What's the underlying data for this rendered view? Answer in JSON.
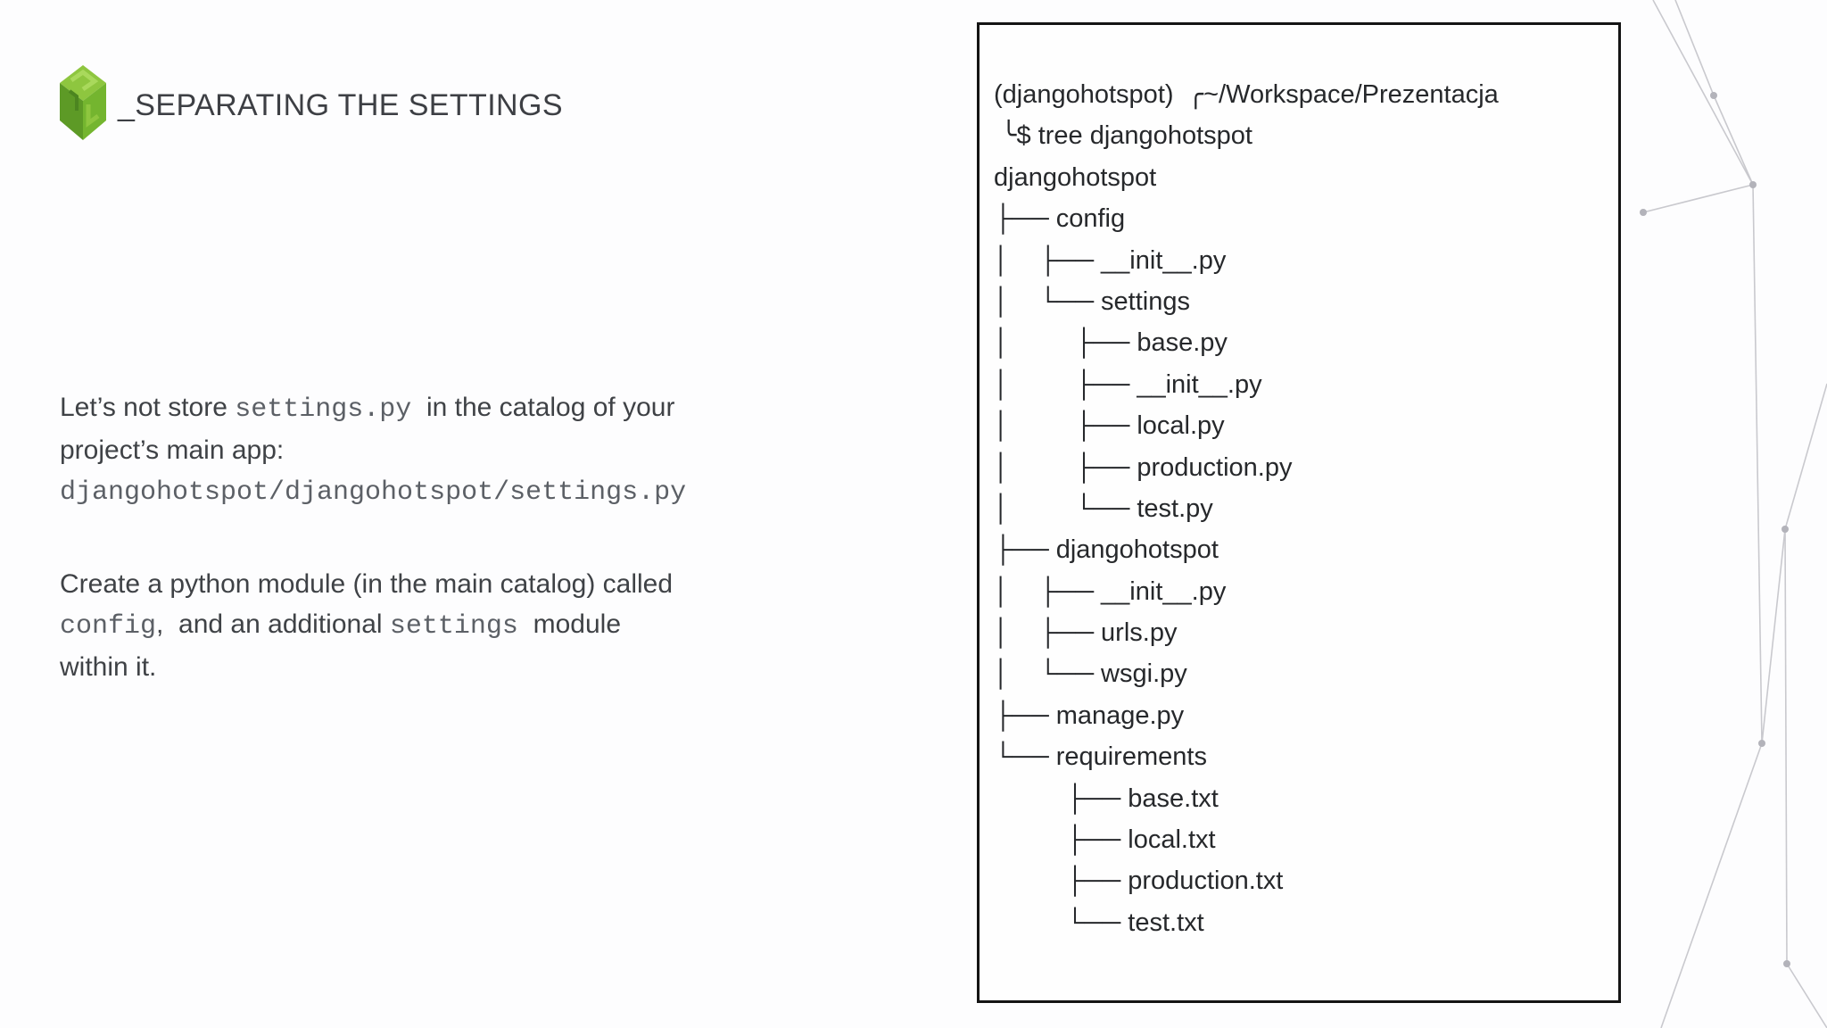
{
  "header": {
    "title": "_SEPARATING THE SETTINGS",
    "logo_icon": "green-isometric-cube-logo"
  },
  "body": {
    "p1": {
      "s1": "Let’s not store ",
      "s2": "settings.py",
      "s3": "  in the catalog of your project’s main app:\n",
      "s4": "djangohotspot/djangohotspot/settings.py"
    },
    "p2": {
      "s1": "Create a python module (in the main catalog) called ",
      "s2": "config",
      "s3": ",  and an additional ",
      "s4": "settings",
      "s5": "  module\nwithin it."
    }
  },
  "terminal": {
    "prompt1": "(djangohotspot)  ╭~/Workspace/Prezentacja",
    "prompt2": " ╰$ tree djangohotspot",
    "tree": [
      "djangohotspot",
      "├── config",
      "│    ├── __init__.py",
      "│    └── settings",
      "│         ├── base.py",
      "│         ├── __init__.py",
      "│         ├── local.py",
      "│         ├── production.py",
      "│         └── test.py",
      "├── djangohotspot",
      "│    ├── __init__.py",
      "│    ├── urls.py",
      "│    └── wsgi.py",
      "├── manage.py",
      "└── requirements",
      "          ├── base.txt",
      "          ├── local.txt",
      "          ├── production.txt",
      "          └── test.txt"
    ]
  },
  "colors": {
    "logo_green_light": "#8ec63f",
    "logo_green_mid": "#74b52f",
    "logo_green_dark": "#5d9a26",
    "title_text": "#3d3f44",
    "body_text": "#3f4246",
    "mono_text": "#5c6066",
    "terminal_border": "#141414",
    "decoration_line": "#c9c9ce"
  }
}
